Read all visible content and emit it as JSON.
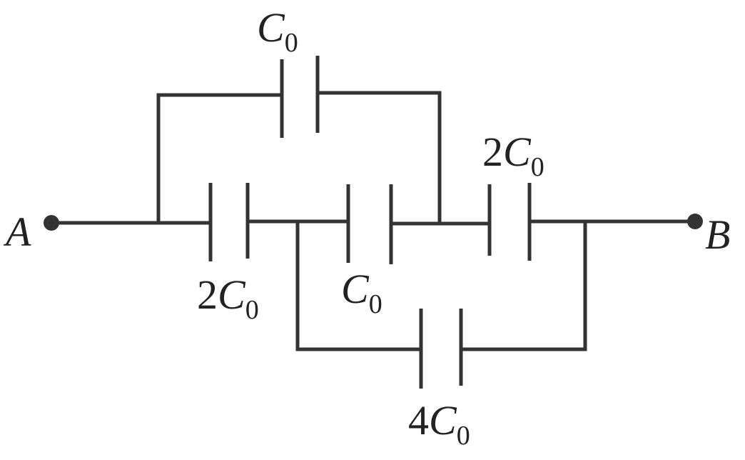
{
  "colors": {
    "ink": "#333333",
    "background": "#ffffff"
  },
  "terminals": [
    {
      "id": "A",
      "label": "A"
    },
    {
      "id": "B",
      "label": "B"
    }
  ],
  "capacitors": [
    {
      "id": "top",
      "coef": "",
      "symbol": "C",
      "sub": "0"
    },
    {
      "id": "left",
      "coef": "2",
      "symbol": "C",
      "sub": "0"
    },
    {
      "id": "middle",
      "coef": "",
      "symbol": "C",
      "sub": "0"
    },
    {
      "id": "right",
      "coef": "2",
      "symbol": "C",
      "sub": "0"
    },
    {
      "id": "bottom",
      "coef": "4",
      "symbol": "C",
      "sub": "0"
    }
  ]
}
